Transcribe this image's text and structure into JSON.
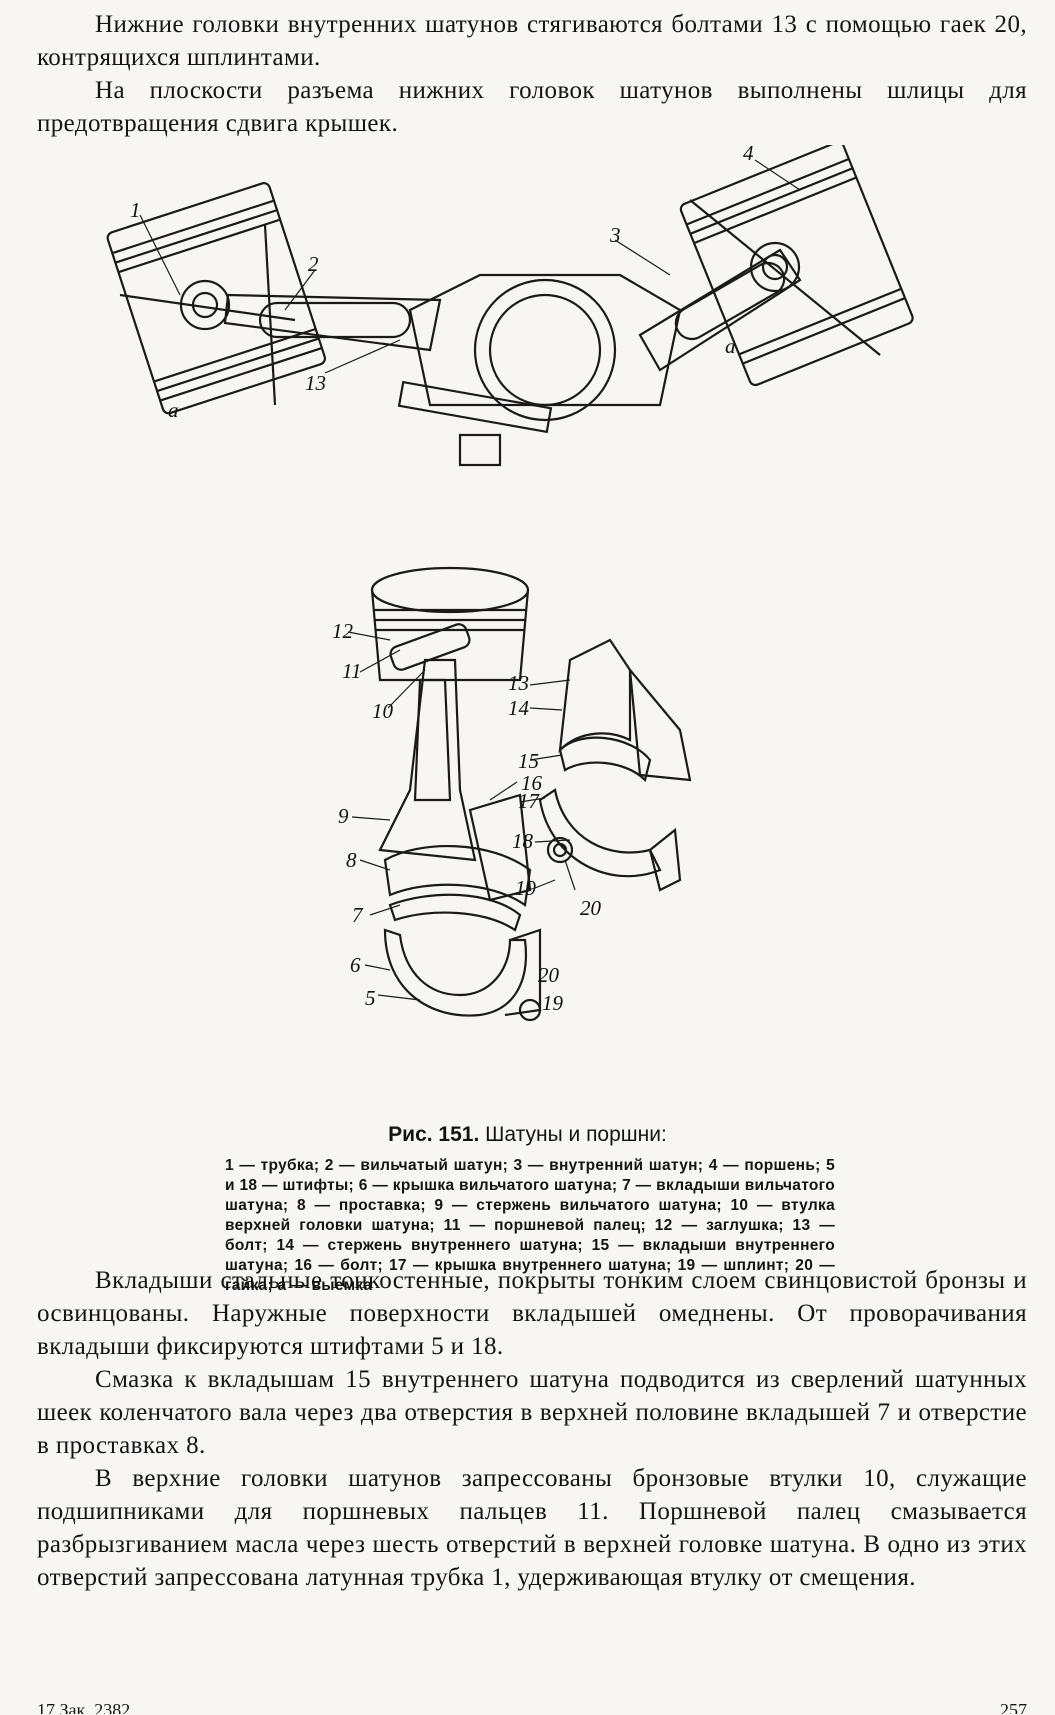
{
  "paragraphs_top": [
    "Нижние головки внутренних шатунов стягиваются болтами 13 с помощью гаек 20, контрящихся шплинтами.",
    "На плоскости разъема нижних головок шатунов выполнены шлицы для предотвращения сдвига крышек."
  ],
  "figure_top": {
    "labels": [
      "1",
      "2",
      "3",
      "4",
      "13",
      "a",
      "a"
    ]
  },
  "figure_bottom": {
    "labels": [
      "12",
      "11",
      "10",
      "9",
      "8",
      "7",
      "6",
      "5",
      "13",
      "14",
      "15",
      "16",
      "17",
      "18",
      "19",
      "20",
      "20",
      "19"
    ]
  },
  "caption": {
    "number": "Рис. 151.",
    "title": "Шатуны и поршни:",
    "legend": "1 — трубка; 2 — вильчатый шатун; 3 — внутренний шатун; 4 — поршень; 5 и 18 — штифты; 6 — крышка вильчатого шатуна; 7 — вкладыши вильчатого шатуна; 8 — проставка; 9 — стержень вильчатого шатуна; 10 — втулка верхней головки шатуна; 11 — поршневой палец; 12 — заглушка; 13 — болт; 14 — стержень внутреннего шатуна; 15 — вкладыши внутреннего шатуна; 16 — болт; 17 — крышка внутреннего шатуна; 19 — шплинт; 20 — гайка; а — выемка"
  },
  "paragraphs_bottom": [
    "Вкладыши стальные тонкостенные, покрыты тонким слоем свинцовистой бронзы и освинцованы. Наружные поверхности вкладышей омеднены. От проворачивания вкладыши фиксируются штифтами 5 и 18.",
    "Смазка к вкладышам 15 внутреннего шатуна подводится из сверлений шатунных шеек коленчатого вала через два отверстия в верхней половине вкладышей 7 и отверстие в проставках 8.",
    "В верхние головки шатунов запрессованы бронзовые втулки 10, служащие подшипниками для поршневых пальцев 11. Поршневой палец смазывается разбрызгиванием масла через шесть отверстий в верхней головке шатуна. В одно из этих отверстий запрессована латунная трубка 1, удерживающая втулку от смещения."
  ],
  "footer": {
    "left": "17 Зак. 2382",
    "right": "257"
  }
}
